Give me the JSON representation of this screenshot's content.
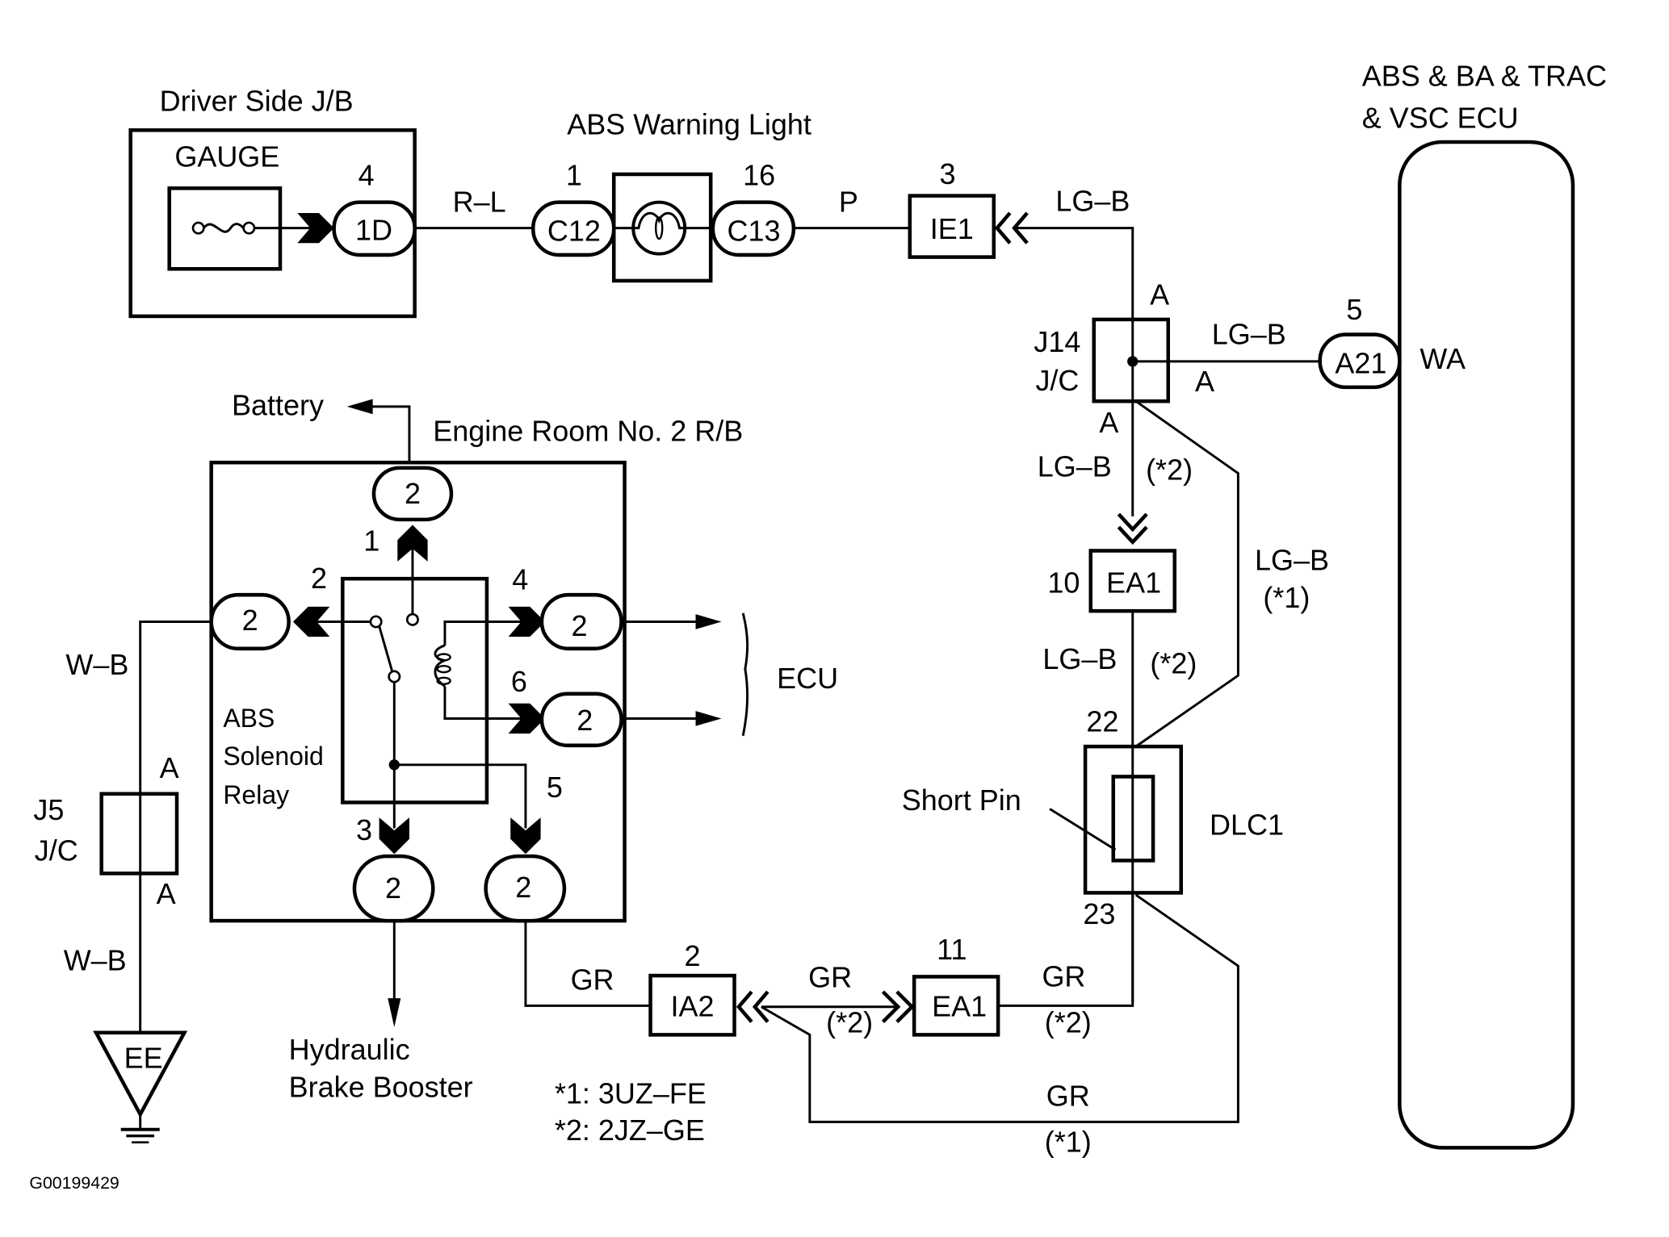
{
  "diagram": {
    "figure_id": "G00199429",
    "colors": {
      "ink": "#000000",
      "background": "#ffffff"
    },
    "components": {
      "driver_jb": {
        "title": "Driver Side J/B",
        "fuse": "GAUGE",
        "connector": "1D",
        "pin": "4"
      },
      "warning_light": {
        "title": "ABS Warning Light",
        "left_connector": "C12",
        "left_pin": "1",
        "right_connector": "C13",
        "right_pin": "16"
      },
      "ie1": {
        "connector": "IE1",
        "pin": "3"
      },
      "ecu": {
        "title_line1": "ABS & BA & TRAC",
        "title_line2": "& VSC ECU",
        "connector": "A21",
        "pin": "5",
        "terminal": "WA"
      },
      "j14": {
        "line1": "J14",
        "line2": "J/C",
        "pin_top": "A",
        "pin_right": "A",
        "pin_bottom": "A"
      },
      "ea1_top": {
        "connector": "EA1",
        "pin": "10"
      },
      "dlc1": {
        "label": "DLC1",
        "pin_top": "22",
        "pin_bottom": "23",
        "short_pin": "Short Pin"
      },
      "ea1_bottom": {
        "connector": "EA1",
        "pin": "11"
      },
      "ia2": {
        "connector": "IA2",
        "pin": "2"
      },
      "engine_rb": {
        "title": "Engine Room No. 2 R/B",
        "battery": "Battery",
        "ecu_ref": "ECU",
        "hydraulic_line1": "Hydraulic",
        "hydraulic_line2": "Brake Booster"
      },
      "relay": {
        "line1": "ABS",
        "line2": "Solenoid",
        "line3": "Relay",
        "pins": {
          "p1": "1",
          "p2": "2",
          "p3": "3",
          "p4": "4",
          "p5": "5",
          "p6": "6"
        },
        "connector": "2"
      },
      "j5": {
        "line1": "J5",
        "line2": "J/C",
        "pin_top": "A",
        "pin_bottom": "A"
      },
      "ground": {
        "label": "EE"
      }
    },
    "wires": {
      "rl": "R–L",
      "p": "P",
      "lgb": "LG–B",
      "lgb_star2": "(*2)",
      "lgb_star1": "(*1)",
      "gr": "GR",
      "wb": "W–B"
    },
    "notes": {
      "n1": "*1: 3UZ–FE",
      "n2": "*2: 2JZ–GE"
    }
  }
}
